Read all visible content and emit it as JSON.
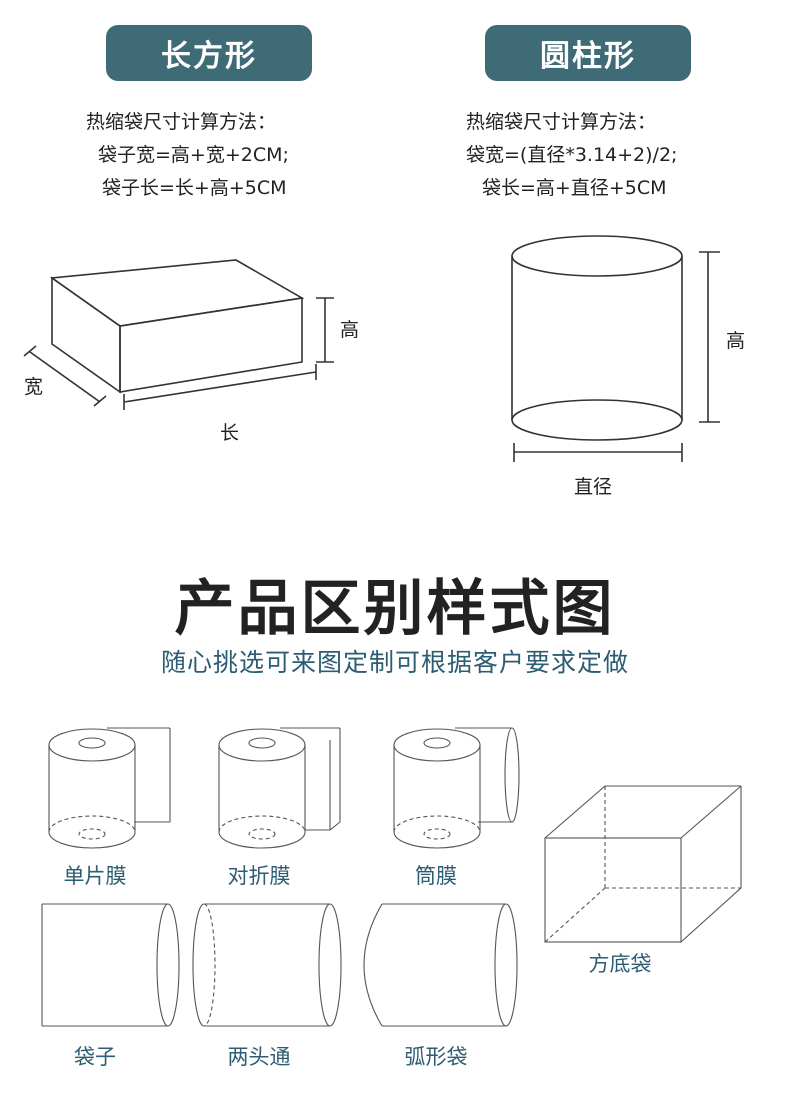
{
  "top": {
    "left_badge": "长方形",
    "right_badge": "圆柱形",
    "left_formula": [
      "热缩袋尺寸计算方法：",
      "袋子宽=高+宽+2CM;",
      "袋子长=长+高+5CM"
    ],
    "right_formula": [
      "热缩袋尺寸计算方法：",
      "袋宽=(直径*3.14+2)/2;",
      "袋长=高+直径+5CM"
    ],
    "box_labels": {
      "height": "高",
      "width": "宽",
      "length": "长"
    },
    "cylinder_labels": {
      "height": "高",
      "diameter": "直径"
    }
  },
  "section": {
    "title": "产品区别样式图",
    "subtitle": "随心挑选可来图定制可根据客户要求定做"
  },
  "styles": {
    "single_film": "单片膜",
    "folded_film": "对折膜",
    "tube_film": "筒膜",
    "square_bottom_bag": "方底袋",
    "bag": "袋子",
    "open_both_ends": "两头通",
    "arc_bag": "弧形袋"
  }
}
